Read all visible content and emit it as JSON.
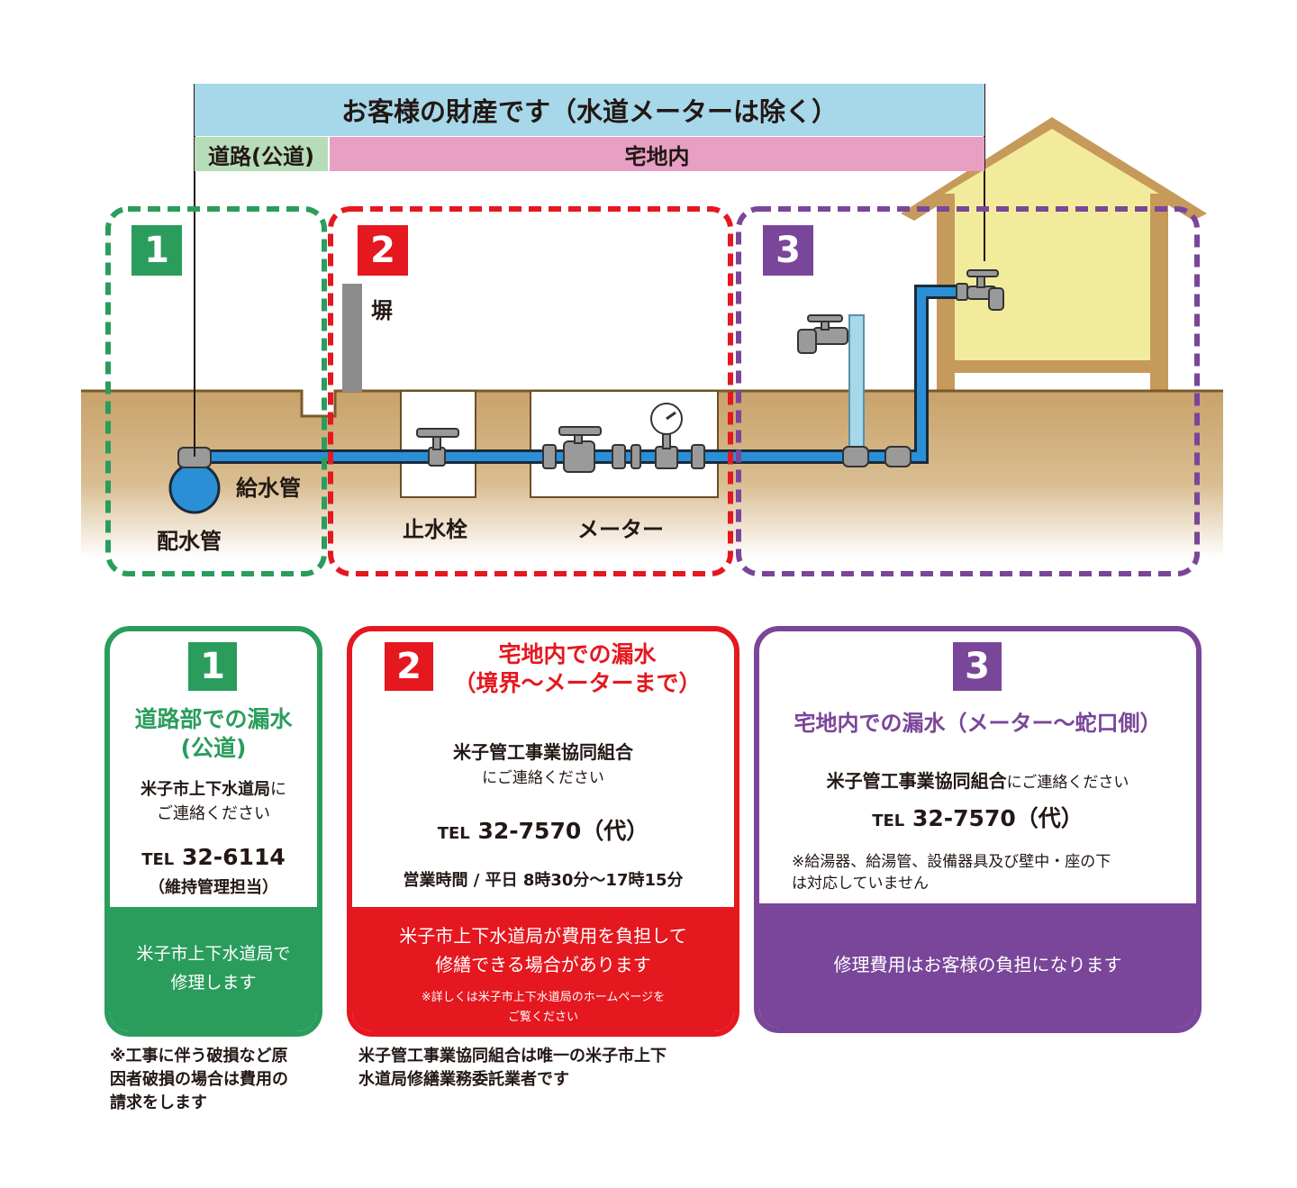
{
  "banner": {
    "property": "お客様の財産です（水道メーターは除く）",
    "road": "道路(公道)",
    "house": "宅地内"
  },
  "zones": [
    {
      "number": "1",
      "color": "#2a9d5c"
    },
    {
      "number": "2",
      "color": "#e5171f"
    },
    {
      "number": "3",
      "color": "#7a4699"
    }
  ],
  "labels": {
    "wall": "塀",
    "supply_pipe": "給水管",
    "main_pipe": "配水管",
    "stop_valve": "止水栓",
    "meter": "メーター"
  },
  "colors": {
    "green": "#2a9d5c",
    "red": "#e5171f",
    "purple": "#7a4699",
    "soil": "#c8a26a",
    "pipe": "#2a8fd6",
    "house_wall": "#f3eb9c",
    "house_frame": "#c69a5b"
  },
  "cards": [
    {
      "number": "1",
      "title": "道路部での漏水\n(公道)",
      "contact_bold": "米子市上下水道局",
      "contact_rest": "に\nご連絡ください",
      "tel_prefix": "TEL",
      "tel": "32-6114",
      "tel_note": "（維持管理担当）",
      "bottom": "米子市上下水道局で\n修理します",
      "footnote": "※工事に伴う破損など原\n因者破損の場合は費用の\n請求をします"
    },
    {
      "number": "2",
      "title": "宅地内での漏水\n（境界〜メーターまで）",
      "contact_bold": "米子管工事業協同組合",
      "contact_rest": "にご連絡ください",
      "tel_prefix": "TEL",
      "tel": "32-7570（代）",
      "hours": "営業時間 / 平日 8時30分〜17時15分",
      "bottom": "米子市上下水道局が費用を負担して\n修繕できる場合があります",
      "bottom_note": "※詳しくは米子市上下水道局のホームページを\nご覧ください",
      "footnote": "米子管工事業協同組合は唯一の米子市上下\n水道局修繕業務委託業者です"
    },
    {
      "number": "3",
      "title": "宅地内での漏水（メーター〜蛇口側）",
      "contact_bold": "米子管工事業協同組合",
      "contact_rest": "にご連絡ください",
      "tel_prefix": "TEL",
      "tel": "32-7570（代）",
      "note": "※給湯器、給湯管、設備器具及び壁中・座の下\nは対応していません",
      "bottom": "修理費用はお客様の負担になります"
    }
  ]
}
